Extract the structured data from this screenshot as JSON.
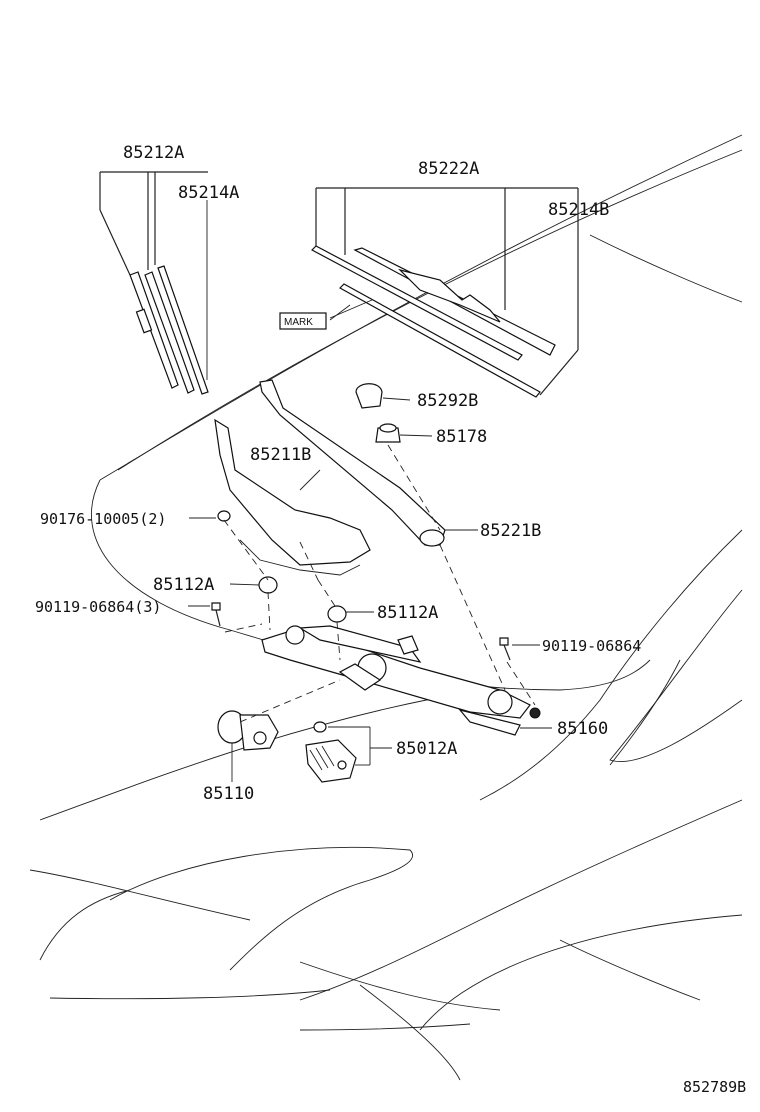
{
  "diagram": {
    "parts": {
      "p85212A": "85212A",
      "p85214A": "85214A",
      "p85222A": "85222A",
      "p85214B": "85214B",
      "mark": "MARK",
      "p85292B": "85292B",
      "p85178": "85178",
      "p85211B": "85211B",
      "p85221B": "85221B",
      "p90176": "90176-10005(2)",
      "p85112A_left": "85112A",
      "p90119_left": "90119-06864(3)",
      "p85112A_right": "85112A",
      "p90119_right": "90119-06864",
      "p85160": "85160",
      "p85012A": "85012A",
      "p85110": "85110"
    },
    "figure_id": "852789B"
  }
}
